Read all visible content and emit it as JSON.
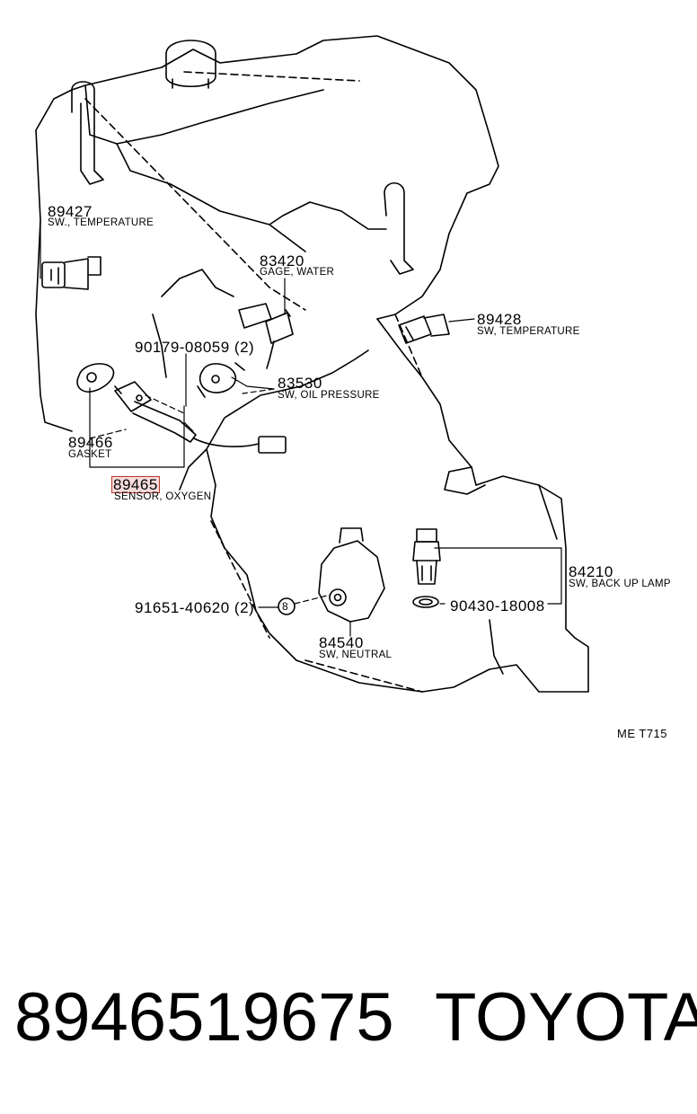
{
  "parts": {
    "p89427": {
      "num": "89427",
      "name": "SW., TEMPERATURE"
    },
    "p83420": {
      "num": "83420",
      "name": "GAGE, WATER"
    },
    "p89428": {
      "num": "89428",
      "name": "SW, TEMPERATURE"
    },
    "p90179": {
      "num": "90179-08059 (2)"
    },
    "p83530": {
      "num": "83530",
      "name": "SW, OIL PRESSURE"
    },
    "p89466": {
      "num": "89466",
      "name": "GASKET"
    },
    "p89465": {
      "num": "89465",
      "name": "SENSOR, OXYGEN",
      "highlighted": true
    },
    "p84210": {
      "num": "84210",
      "name": "SW, BACK UP LAMP"
    },
    "p91651": {
      "num": "91651-40620 (2)"
    },
    "p90430": {
      "num": "90430-18008"
    },
    "p84540": {
      "num": "84540",
      "name": "SW, NEUTRAL"
    }
  },
  "ref_code": "ME T715",
  "bolt_marker": "8",
  "footer": {
    "part_number": "8946519675",
    "brand": "TOYOTA"
  }
}
